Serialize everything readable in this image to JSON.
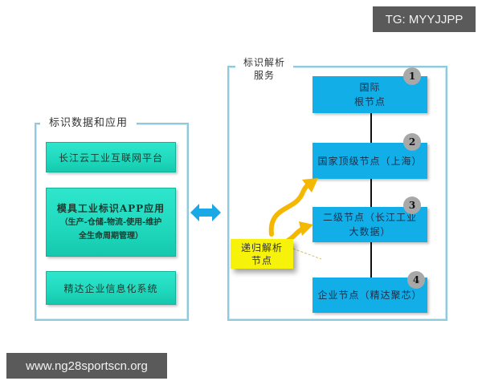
{
  "watermarks": {
    "top_right": "TG: MYYJJPP",
    "bottom_left": "www.ng28sportscn.org"
  },
  "left_panel": {
    "title": "标识数据和应用",
    "boxes": [
      {
        "lines": [
          "长江云工业互联网平台"
        ]
      },
      {
        "lines": [
          "模具工业标识APP应用",
          "（生产-仓储-物流-使用-维护",
          "全生命周期管理）"
        ]
      },
      {
        "lines": [
          "精达企业信息化系统"
        ]
      }
    ]
  },
  "connector": {
    "icon": "double-arrow-left-right",
    "color": "#1aa9e6"
  },
  "right_panel": {
    "title_line1": "标识解析",
    "title_line2": "服务",
    "nodes": [
      {
        "badge": "1",
        "line1": "国际",
        "line2": "根节点"
      },
      {
        "badge": "2",
        "line1": "国家顶级节点（上海）",
        "line2": ""
      },
      {
        "badge": "3",
        "line1": "二级节点（长江工业",
        "line2": "大数据）"
      },
      {
        "badge": "4",
        "line1": "企业节点（精达聚芯）",
        "line2": ""
      }
    ],
    "recursive_node": {
      "line1": "递归解析",
      "line2": "节点"
    }
  },
  "colors": {
    "frame": "#8fc9dc",
    "teal": "#1fd8bd",
    "blue": "#12aee8",
    "yellow": "#f7f20a",
    "arrow_yellow": "#f5b800",
    "badge_gray": "#a8a8a8"
  }
}
